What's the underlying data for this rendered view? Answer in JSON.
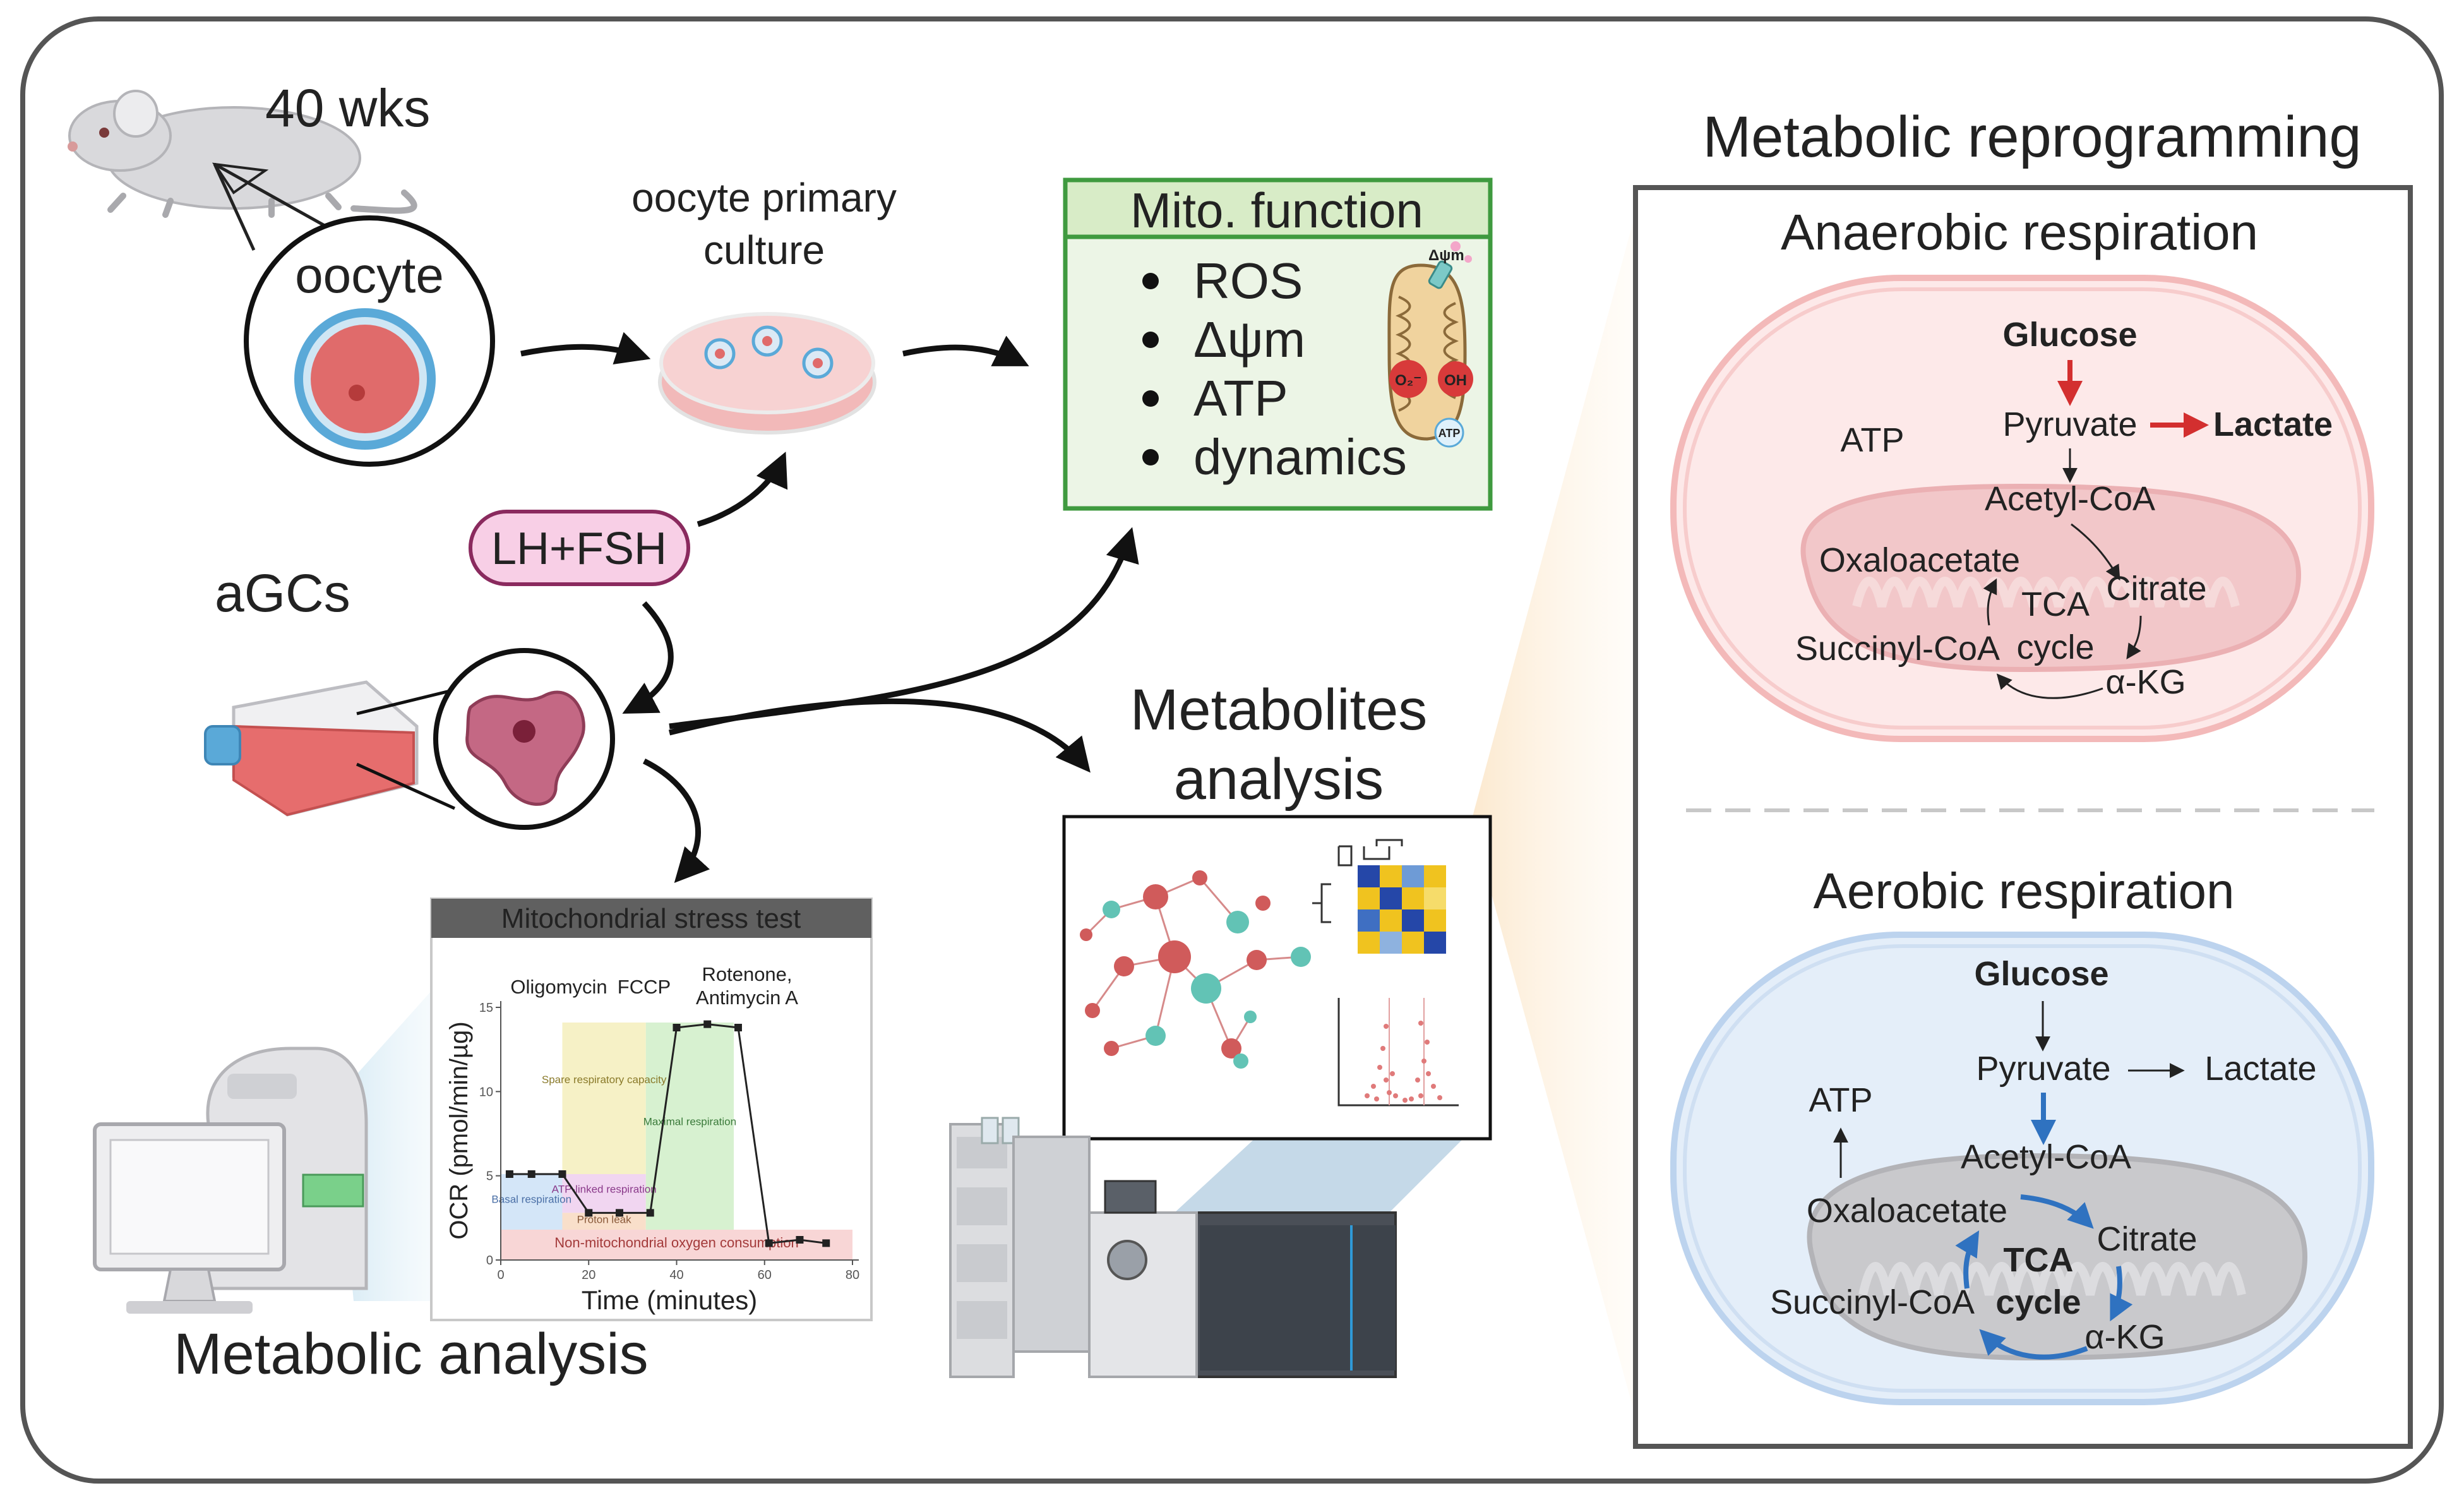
{
  "mouse_age": "40 wks",
  "oocyte_label": "oocyte",
  "culture_label_1": "oocyte primary",
  "culture_label_2": "culture",
  "hormone_label": "LH+FSH",
  "agcs_label": "aGCs",
  "mito_box": {
    "title": "Mito. function",
    "items": [
      "ROS",
      "Δψm",
      "ATP",
      "dynamics"
    ],
    "icon_labels": {
      "dpsi": "Δψm",
      "superoxide": "O₂⁻",
      "hydroxyl": "OH",
      "atp": "ATP"
    }
  },
  "metabolites_label_1": "Metabolites",
  "metabolites_label_2": "analysis",
  "metabolic_analysis_label": "Metabolic analysis",
  "stress_test": {
    "title": "Mitochondrial stress test",
    "ylabel": "OCR (pmol/min/µg)",
    "xlabel": "Time (minutes)",
    "xticks": [
      "0",
      "20",
      "40",
      "60",
      "80"
    ],
    "yticks": [
      "0",
      "5",
      "10",
      "15"
    ],
    "injections": [
      "Oligomycin",
      "FCCP",
      "Rotenone,",
      "Antimycin A"
    ],
    "regions": {
      "basal": "Basal respiration",
      "spare": "Spare respiratory capacity",
      "atp_linked": "ATP-linked respiration",
      "proton_leak": "Proton leak",
      "maximal": "Maximal respiration",
      "non_mito": "Non-mitochondrial oxygen consumption"
    }
  },
  "chart_data": {
    "type": "line",
    "title": "Mitochondrial stress test",
    "xlabel": "Time (minutes)",
    "ylabel": "OCR (pmol/min/µg)",
    "xlim": [
      0,
      80
    ],
    "ylim": [
      0,
      15
    ],
    "series": [
      {
        "x": [
          2,
          7,
          14,
          20,
          27,
          34,
          40,
          47,
          54,
          61,
          68,
          74
        ],
        "y": [
          5.1,
          5.1,
          5.1,
          2.8,
          2.8,
          2.8,
          13.8,
          14.0,
          13.8,
          1.0,
          1.2,
          1.0
        ]
      }
    ]
  },
  "reprogramming": {
    "title": "Metabolic reprogramming",
    "anaerobic": {
      "title": "Anaerobic respiration",
      "glucose": "Glucose",
      "pyruvate": "Pyruvate",
      "lactate": "Lactate",
      "atp": "ATP",
      "acetyl": "Acetyl-CoA",
      "oxaloacetate": "Oxaloacetate",
      "citrate": "Citrate",
      "tca": "TCA",
      "cycle": "cycle",
      "succinyl": "Succinyl-CoA",
      "akg": "α-KG"
    },
    "aerobic": {
      "title": "Aerobic respiration",
      "glucose": "Glucose",
      "pyruvate": "Pyruvate",
      "lactate": "Lactate",
      "atp": "ATP",
      "acetyl": "Acetyl-CoA",
      "oxaloacetate": "Oxaloacetate",
      "citrate": "Citrate",
      "tca": "TCA",
      "cycle": "cycle",
      "succinyl": "Succinyl-CoA",
      "akg": "α-KG"
    }
  },
  "colors": {
    "orange": "#e8862f",
    "dark_red": "#a31a1a",
    "red": "#d32f2f",
    "blue": "#2f72c0",
    "green_border": "#3f9a3f"
  }
}
